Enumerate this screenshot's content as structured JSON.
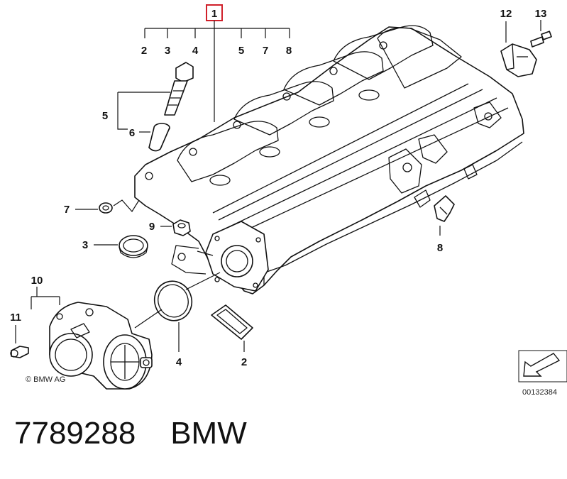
{
  "diagram": {
    "callouts": {
      "highlighted": "1",
      "c2a": "2",
      "c3a": "3",
      "c4a": "4",
      "c5a": "5",
      "c7a": "7",
      "c8a": "8",
      "c5b": "5",
      "c6": "6",
      "c7b": "7",
      "c3b": "3",
      "c9": "9",
      "c10": "10",
      "c11": "11",
      "c4b": "4",
      "c2b": "2",
      "c8b": "8",
      "c12": "12",
      "c13": "13"
    },
    "copyright": "© BMW AG",
    "reference_number": "00132384"
  },
  "caption": {
    "part_number": "7789288",
    "brand": "BMW"
  },
  "colors": {
    "highlight_box": "#d0202a",
    "line": "#111111"
  }
}
